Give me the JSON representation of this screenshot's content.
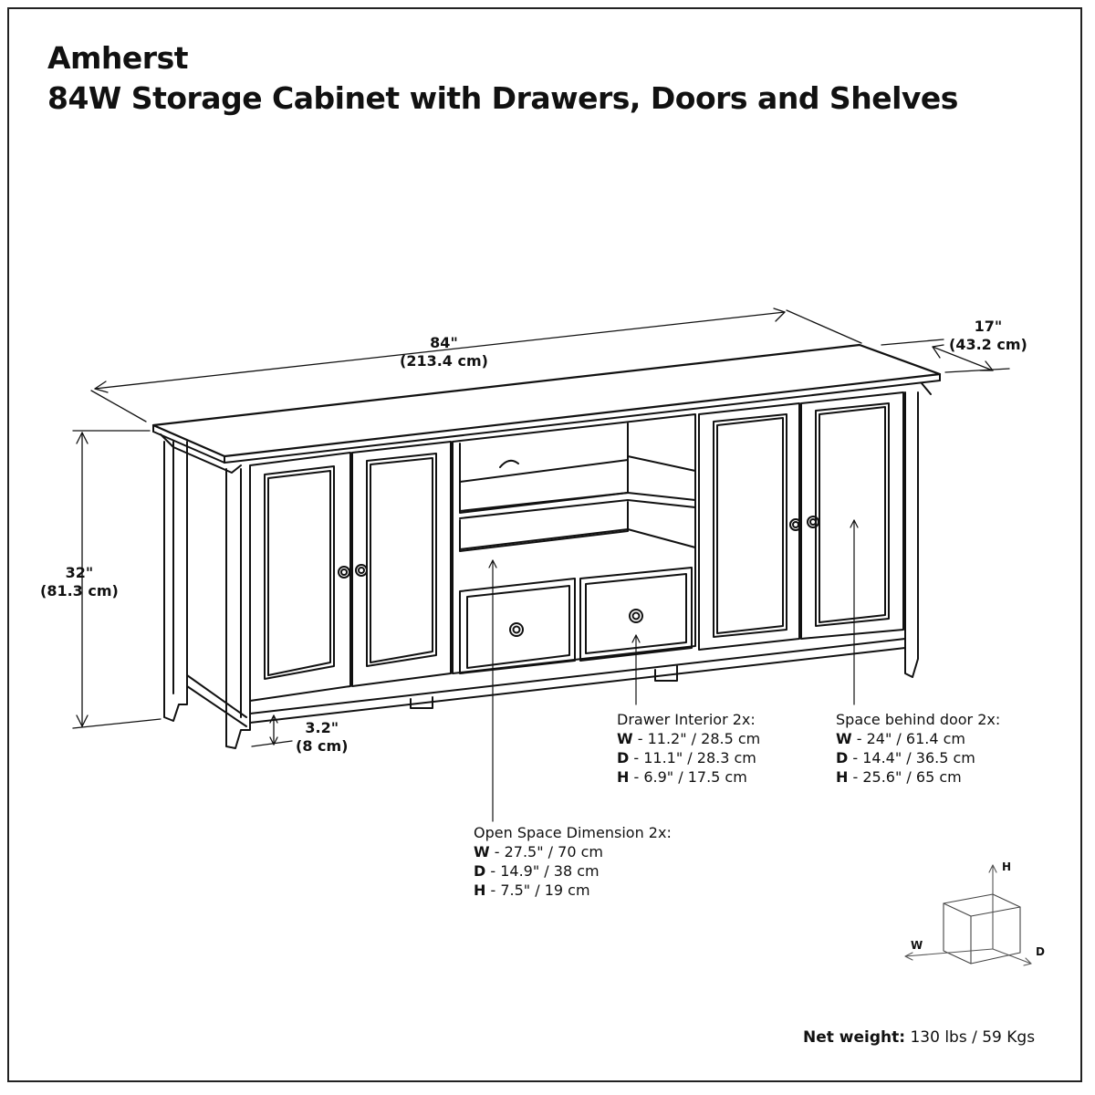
{
  "title": {
    "line1": "Amherst",
    "line2": "84W Storage Cabinet with Drawers, Doors and Shelves"
  },
  "dimensions": {
    "width": {
      "imperial": "84\"",
      "metric": "(213.4 cm)"
    },
    "depth": {
      "imperial": "17\"",
      "metric": "(43.2 cm)"
    },
    "height": {
      "imperial": "32\"",
      "metric": "(81.3 cm)"
    },
    "clearance": {
      "imperial": "3.2\"",
      "metric": "(8 cm)"
    }
  },
  "specs": {
    "drawer": {
      "heading": "Drawer Interior 2x:",
      "rows": [
        {
          "key": "W",
          "value": " - 11.2\" / 28.5 cm"
        },
        {
          "key": "D",
          "value": " - 11.1\" / 28.3 cm"
        },
        {
          "key": "H",
          "value": " - 6.9\" / 17.5 cm"
        }
      ]
    },
    "door": {
      "heading": "Space behind door 2x:",
      "rows": [
        {
          "key": "W",
          "value": " - 24\" / 61.4 cm"
        },
        {
          "key": "D",
          "value": " - 14.4\" / 36.5 cm"
        },
        {
          "key": "H",
          "value": " - 25.6\" / 65 cm"
        }
      ]
    },
    "open": {
      "heading": "Open Space Dimension 2x:",
      "rows": [
        {
          "key": "W",
          "value": " - 27.5\" / 70 cm"
        },
        {
          "key": "D",
          "value": " - 14.9\" / 38 cm"
        },
        {
          "key": "H",
          "value": " - 7.5\" / 19 cm"
        }
      ]
    }
  },
  "axes": {
    "h": "H",
    "w": "W",
    "d": "D"
  },
  "weight": {
    "label": "Net weight:",
    "value": " 130 lbs / 59 Kgs"
  }
}
